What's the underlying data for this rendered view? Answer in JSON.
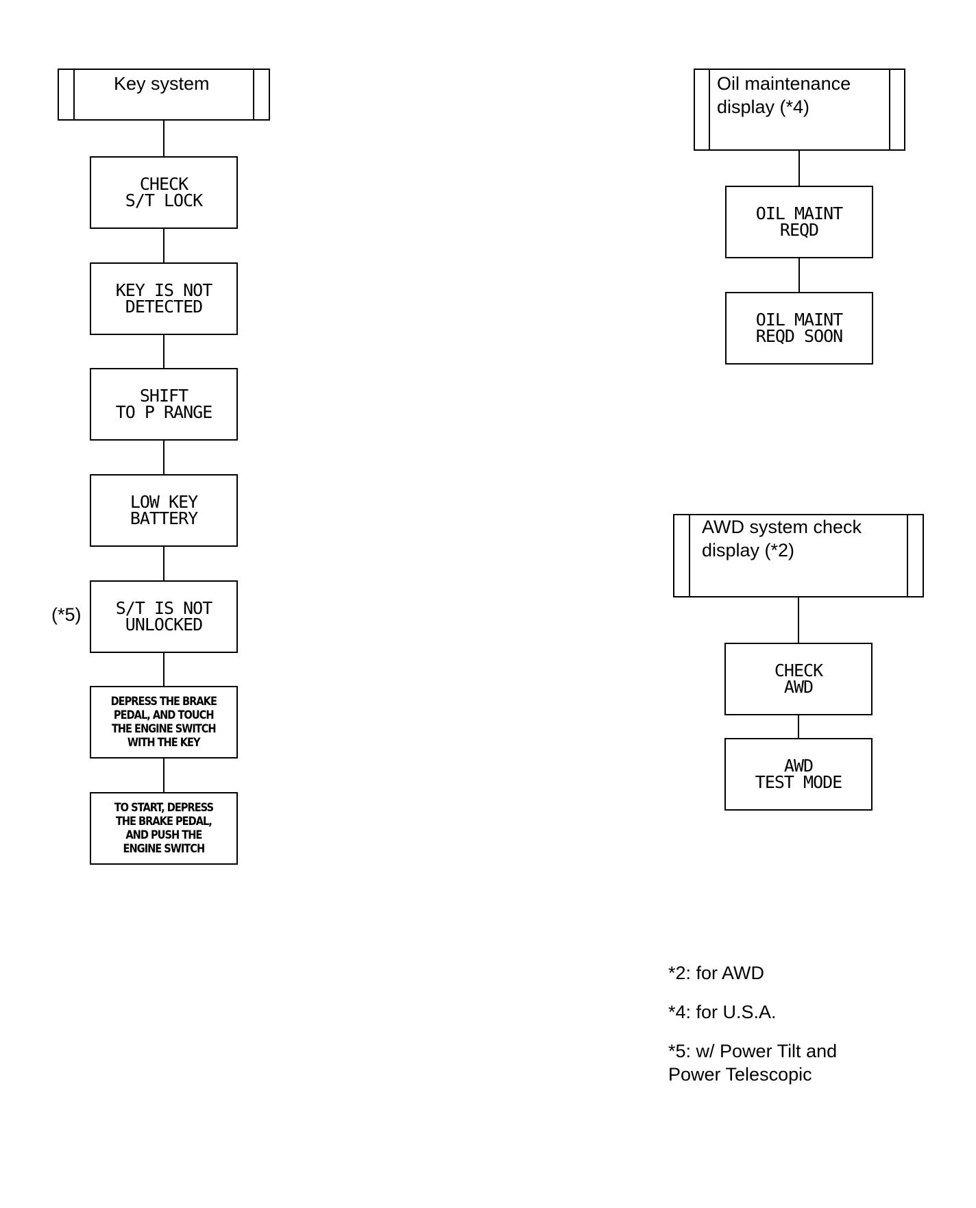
{
  "key_system": {
    "header": "Key system",
    "boxes": [
      "CHECK\nS/T LOCK",
      "KEY IS NOT\nDETECTED",
      "SHIFT\nTO P RANGE",
      "LOW  KEY\nBATTERY",
      "S/T IS NOT\nUNLOCKED",
      "DEPRESS THE BRAKE\nPEDAL, AND TOUCH\nTHE ENGINE SWITCH\nWITH THE KEY",
      "TO START, DEPRESS\nTHE BRAKE PEDAL,\nAND PUSH THE\nENGINE SWITCH"
    ],
    "side_note": "(*5)"
  },
  "oil_maintenance": {
    "header": "Oil maintenance\ndisplay (*4)",
    "boxes": [
      "OIL MAINT\nREQD",
      "OIL MAINT\nREQD SOON"
    ]
  },
  "awd_check": {
    "header": "AWD system check\ndisplay (*2)",
    "boxes": [
      "CHECK\nAWD",
      "AWD\nTEST MODE"
    ]
  },
  "notes": [
    "*2: for AWD",
    "*4: for U.S.A.",
    "*5: w/ Power Tilt and\nPower Telescopic"
  ]
}
